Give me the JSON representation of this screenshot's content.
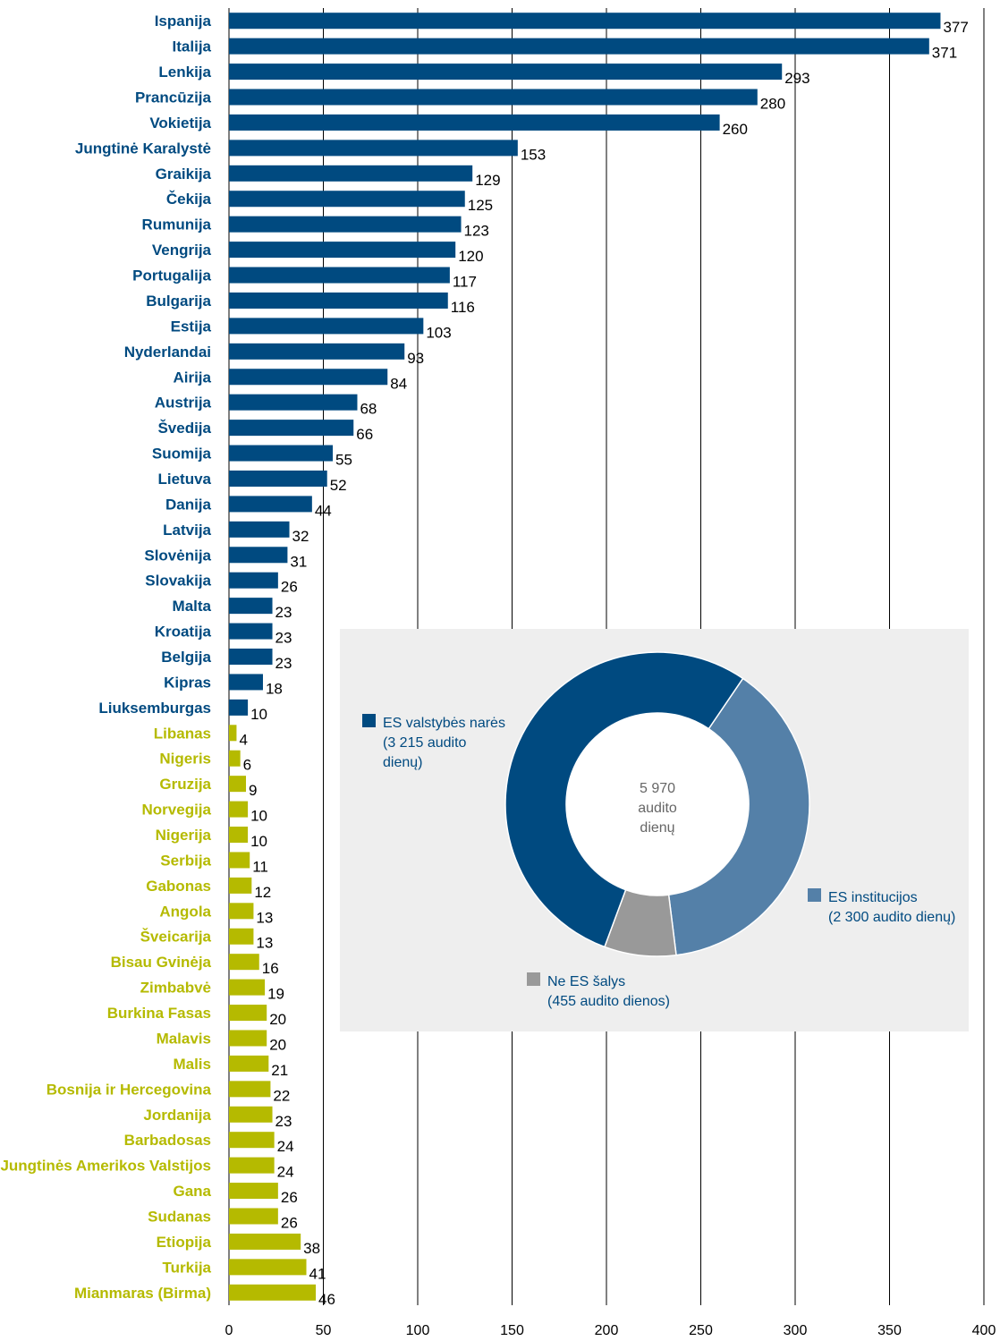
{
  "colors": {
    "eu_member": "#004a80",
    "eu_institutions": "#5480a8",
    "non_eu": "#b5ba00",
    "non_eu_slice": "#999999",
    "gridline": "#000000",
    "inset_background": "#eeeeee",
    "center_text": "#666666",
    "legend_text": "#004a80"
  },
  "chart_data": [
    {
      "type": "bar",
      "orientation": "horizontal",
      "xlim": [
        0,
        400
      ],
      "xticks": [
        0,
        50,
        100,
        150,
        200,
        250,
        300,
        350,
        400
      ],
      "grid": true,
      "bars": [
        {
          "label": "Ispanija",
          "value": 377,
          "group": "eu_member"
        },
        {
          "label": "Italija",
          "value": 371,
          "group": "eu_member"
        },
        {
          "label": "Lenkija",
          "value": 293,
          "group": "eu_member"
        },
        {
          "label": "Prancūzija",
          "value": 280,
          "group": "eu_member"
        },
        {
          "label": "Vokietija",
          "value": 260,
          "group": "eu_member"
        },
        {
          "label": "Jungtinė Karalystė",
          "value": 153,
          "group": "eu_member"
        },
        {
          "label": "Graikija",
          "value": 129,
          "group": "eu_member"
        },
        {
          "label": "Čekija",
          "value": 125,
          "group": "eu_member"
        },
        {
          "label": "Rumunija",
          "value": 123,
          "group": "eu_member"
        },
        {
          "label": "Vengrija",
          "value": 120,
          "group": "eu_member"
        },
        {
          "label": "Portugalija",
          "value": 117,
          "group": "eu_member"
        },
        {
          "label": "Bulgarija",
          "value": 116,
          "group": "eu_member"
        },
        {
          "label": "Estija",
          "value": 103,
          "group": "eu_member"
        },
        {
          "label": "Nyderlandai",
          "value": 93,
          "group": "eu_member"
        },
        {
          "label": "Airija",
          "value": 84,
          "group": "eu_member"
        },
        {
          "label": "Austrija",
          "value": 68,
          "group": "eu_member"
        },
        {
          "label": "Švedija",
          "value": 66,
          "group": "eu_member"
        },
        {
          "label": "Suomija",
          "value": 55,
          "group": "eu_member"
        },
        {
          "label": "Lietuva",
          "value": 52,
          "group": "eu_member"
        },
        {
          "label": "Danija",
          "value": 44,
          "group": "eu_member"
        },
        {
          "label": "Latvija",
          "value": 32,
          "group": "eu_member"
        },
        {
          "label": "Slovėnija",
          "value": 31,
          "group": "eu_member"
        },
        {
          "label": "Slovakija",
          "value": 26,
          "group": "eu_member"
        },
        {
          "label": "Malta",
          "value": 23,
          "group": "eu_member"
        },
        {
          "label": "Kroatija",
          "value": 23,
          "group": "eu_member"
        },
        {
          "label": "Belgija",
          "value": 23,
          "group": "eu_member"
        },
        {
          "label": "Kipras",
          "value": 18,
          "group": "eu_member"
        },
        {
          "label": "Liuksemburgas",
          "value": 10,
          "group": "eu_member"
        },
        {
          "label": "Libanas",
          "value": 4,
          "group": "non_eu"
        },
        {
          "label": "Nigeris",
          "value": 6,
          "group": "non_eu"
        },
        {
          "label": "Gruzija",
          "value": 9,
          "group": "non_eu"
        },
        {
          "label": "Norvegija",
          "value": 10,
          "group": "non_eu"
        },
        {
          "label": "Nigerija",
          "value": 10,
          "group": "non_eu"
        },
        {
          "label": "Serbija",
          "value": 11,
          "group": "non_eu"
        },
        {
          "label": "Gabonas",
          "value": 12,
          "group": "non_eu"
        },
        {
          "label": "Angola",
          "value": 13,
          "group": "non_eu"
        },
        {
          "label": "Šveicarija",
          "value": 13,
          "group": "non_eu"
        },
        {
          "label": "Bisau Gvinėja",
          "value": 16,
          "group": "non_eu"
        },
        {
          "label": "Zimbabvė",
          "value": 19,
          "group": "non_eu"
        },
        {
          "label": "Burkina Fasas",
          "value": 20,
          "group": "non_eu"
        },
        {
          "label": "Malavis",
          "value": 20,
          "group": "non_eu"
        },
        {
          "label": "Malis",
          "value": 21,
          "group": "non_eu"
        },
        {
          "label": "Bosnija ir Hercegovina",
          "value": 22,
          "group": "non_eu"
        },
        {
          "label": "Jordanija",
          "value": 23,
          "group": "non_eu"
        },
        {
          "label": "Barbadosas",
          "value": 24,
          "group": "non_eu"
        },
        {
          "label": "Jungtinės Amerikos Valstijos",
          "value": 24,
          "group": "non_eu"
        },
        {
          "label": "Gana",
          "value": 26,
          "group": "non_eu"
        },
        {
          "label": "Sudanas",
          "value": 26,
          "group": "non_eu"
        },
        {
          "label": "Etiopija",
          "value": 38,
          "group": "non_eu"
        },
        {
          "label": "Turkija",
          "value": 41,
          "group": "non_eu"
        },
        {
          "label": "Mianmaras (Birma)",
          "value": 46,
          "group": "non_eu"
        }
      ]
    },
    {
      "type": "pie",
      "donut": true,
      "center_lines": [
        "5 970",
        "audito",
        "dienų"
      ],
      "slices": [
        {
          "key": "eu_member",
          "value": 3215,
          "legend_lines": [
            "ES valstybės narės",
            "(3 215 audito",
            "dienų)"
          ]
        },
        {
          "key": "eu_institutions",
          "value": 2300,
          "legend_lines": [
            "ES institucijos",
            "(2 300 audito dienų)"
          ]
        },
        {
          "key": "non_eu_slice",
          "value": 455,
          "legend_lines": [
            "Ne ES šalys",
            "(455 audito dienos)"
          ]
        }
      ]
    }
  ]
}
